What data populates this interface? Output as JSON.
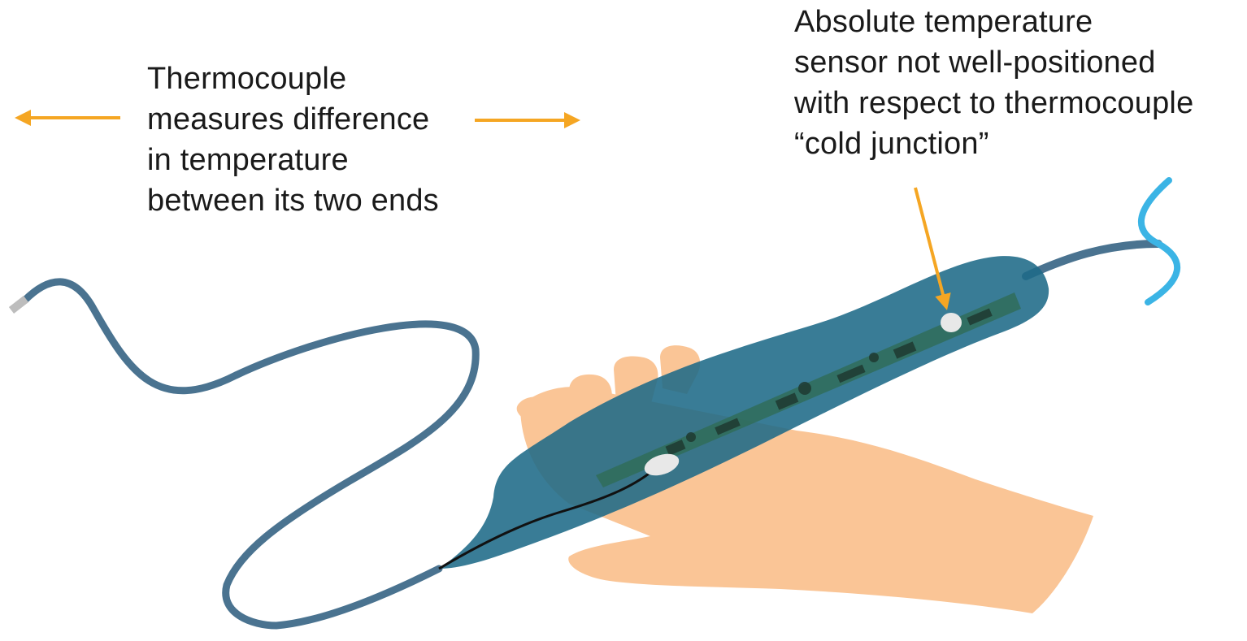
{
  "labels": {
    "thermocouple": [
      "Thermocouple",
      "measures difference",
      "in temperature",
      "between its two ends"
    ],
    "sensor": [
      "Absolute temperature",
      "sensor not well-positioned",
      "with respect to thermocouple",
      "“cold junction”"
    ]
  },
  "colors": {
    "arrow": "#F5A623",
    "cable": "#4A7390",
    "cable_tip": "#BDBDBD",
    "external_wire": "#3BB4E5",
    "device_body": "#1E6A88",
    "hand": "#FAC596",
    "circuit_board": "#2F6B55",
    "sensor_bead": "#E8E8E8",
    "internal_wire": "#111111"
  }
}
